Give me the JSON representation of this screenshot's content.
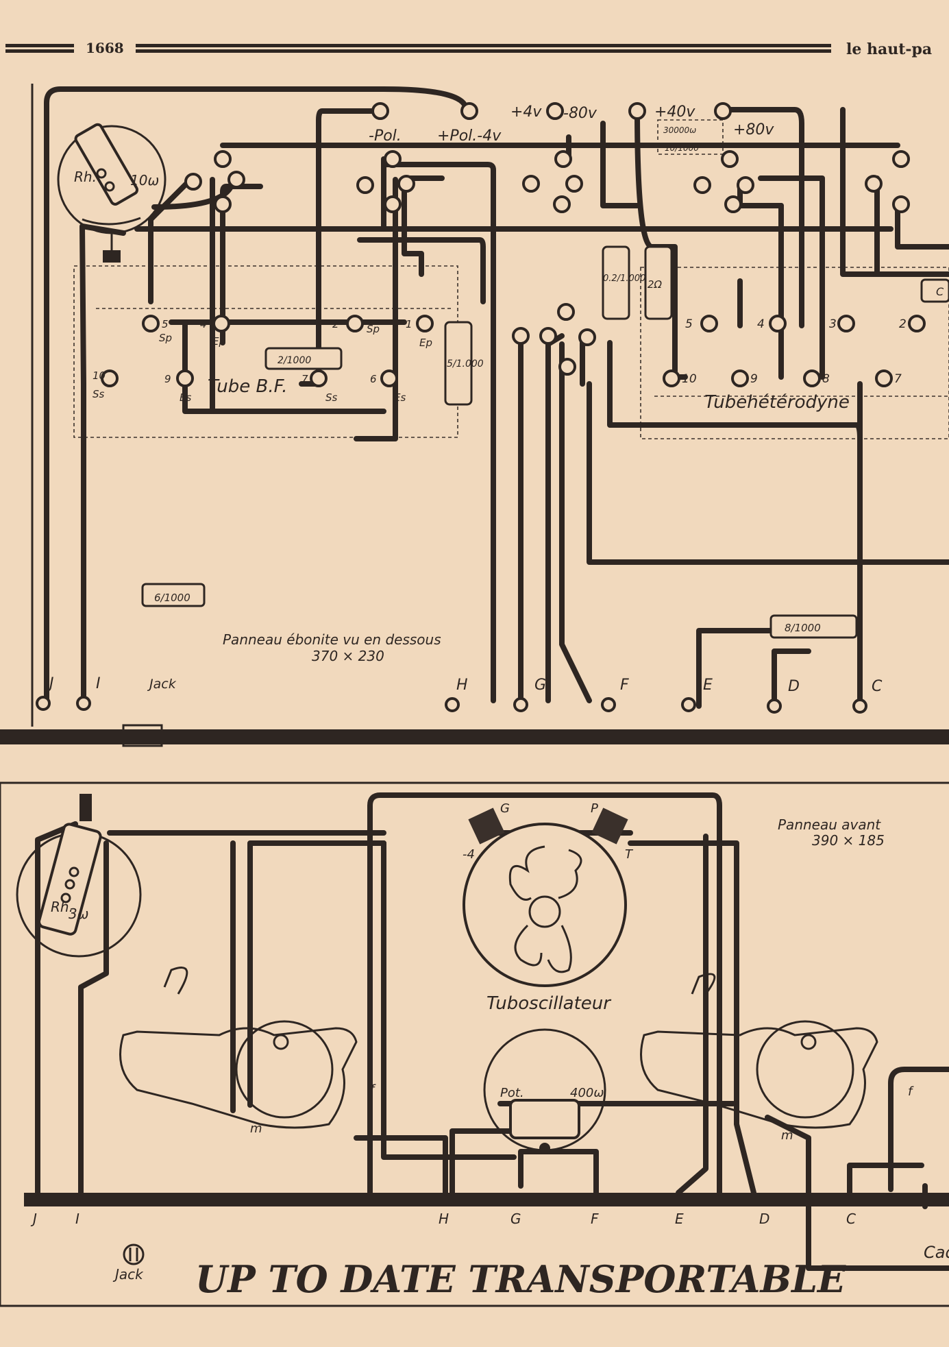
{
  "header": {
    "page_number": "1668",
    "publication": "le haut-pa"
  },
  "top_panel": {
    "caption_line1": "Panneau ébonite vu en dessous",
    "caption_line2": "370 × 230",
    "power_labels": [
      "-Pol.",
      "+Pol.-4v",
      "+4v",
      "-80v",
      "+40v",
      "+80v"
    ],
    "resistor_labels": [
      "30000ω",
      "10/1000"
    ],
    "rheostat_label": "Rh.",
    "rheostat_value": "10ω",
    "tube_bf_label": "Tube B.F.",
    "tube_het_label": "Tubehétérodyne",
    "pins_bf": [
      "5",
      "Sp",
      "4",
      "Ep",
      "2",
      "Sp",
      "1",
      "Ep",
      "10",
      "Ss",
      "9",
      "Es",
      "7",
      "Ss",
      "6",
      "Es"
    ],
    "pins_het": [
      "5",
      "4",
      "3",
      "2",
      "10",
      "9",
      "8",
      "7"
    ],
    "capacitors": [
      "2/1000",
      "5/1.000",
      "0.2/1.000",
      "2Ω",
      "6/1000",
      "8/1000",
      "C"
    ],
    "bottom_terminals": [
      "J",
      "I",
      "Jack",
      "H",
      "G",
      "F",
      "E",
      "D",
      "C"
    ]
  },
  "bottom_panel": {
    "caption_line1": "Panneau avant",
    "caption_line2": "390 × 185",
    "rheostat_label": "Rh.",
    "rheostat_value": "3ω",
    "oscillator_label": "Tuboscillateur",
    "pot_label": "Pot.",
    "pot_value": "400ω",
    "socket_labels": [
      "G",
      "P",
      "-4",
      "T"
    ],
    "condenser_marks": [
      "f",
      "m",
      "f",
      "m"
    ],
    "terminals": [
      "J",
      "I",
      "H",
      "G",
      "F",
      "E",
      "D",
      "C"
    ],
    "jack_label": "Jack",
    "cad_fragment": "Cad"
  },
  "title": "UP TO DATE TRANSPORTABLE"
}
